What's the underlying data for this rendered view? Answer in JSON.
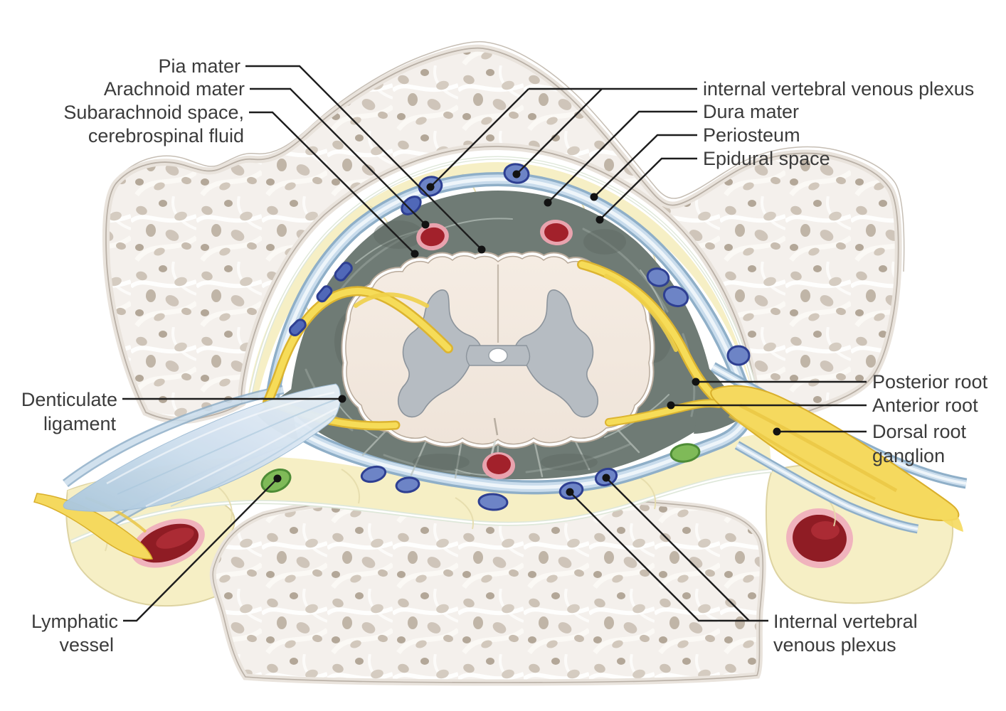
{
  "labels": {
    "pia_mater": "Pia mater",
    "arachnoid_mater": "Arachnoid mater",
    "subarachnoid_line1": "Subarachnoid space,",
    "subarachnoid_line2": "cerebrospinal fluid",
    "ivvp_top": "internal vertebral venous plexus",
    "dura_mater": "Dura mater",
    "periosteum": "Periosteum",
    "epidural_space": "Epidural space",
    "denticulate_line1": "Denticulate",
    "denticulate_line2": "ligament",
    "posterior_root": "Posterior root",
    "anterior_root": "Anterior root",
    "drg_line1": "Dorsal root",
    "drg_line2": "ganglion",
    "lymphatic_line1": "Lymphatic",
    "lymphatic_line2": "vessel",
    "ivvp_bottom_line1": "Internal vertebral",
    "ivvp_bottom_line2": "venous plexus"
  },
  "palette": {
    "background": "#ffffff",
    "bone": "#ece6e0",
    "bone_outline": "#b9b0a6",
    "epidural_fat": "#f6efc5",
    "dura_blue": "#8fafc8",
    "csf_space": "#6f7b75",
    "spinal_cord": "#f3eae1",
    "gray_matter": "#b6bcc2",
    "vein_blue": "#6d84c6",
    "artery_red": "#a2212b",
    "lymph_green": "#7fba58",
    "nerve_yellow": "#f5d95e",
    "label_text": "#3b3b3b",
    "leader_line": "#1d1d1d"
  }
}
